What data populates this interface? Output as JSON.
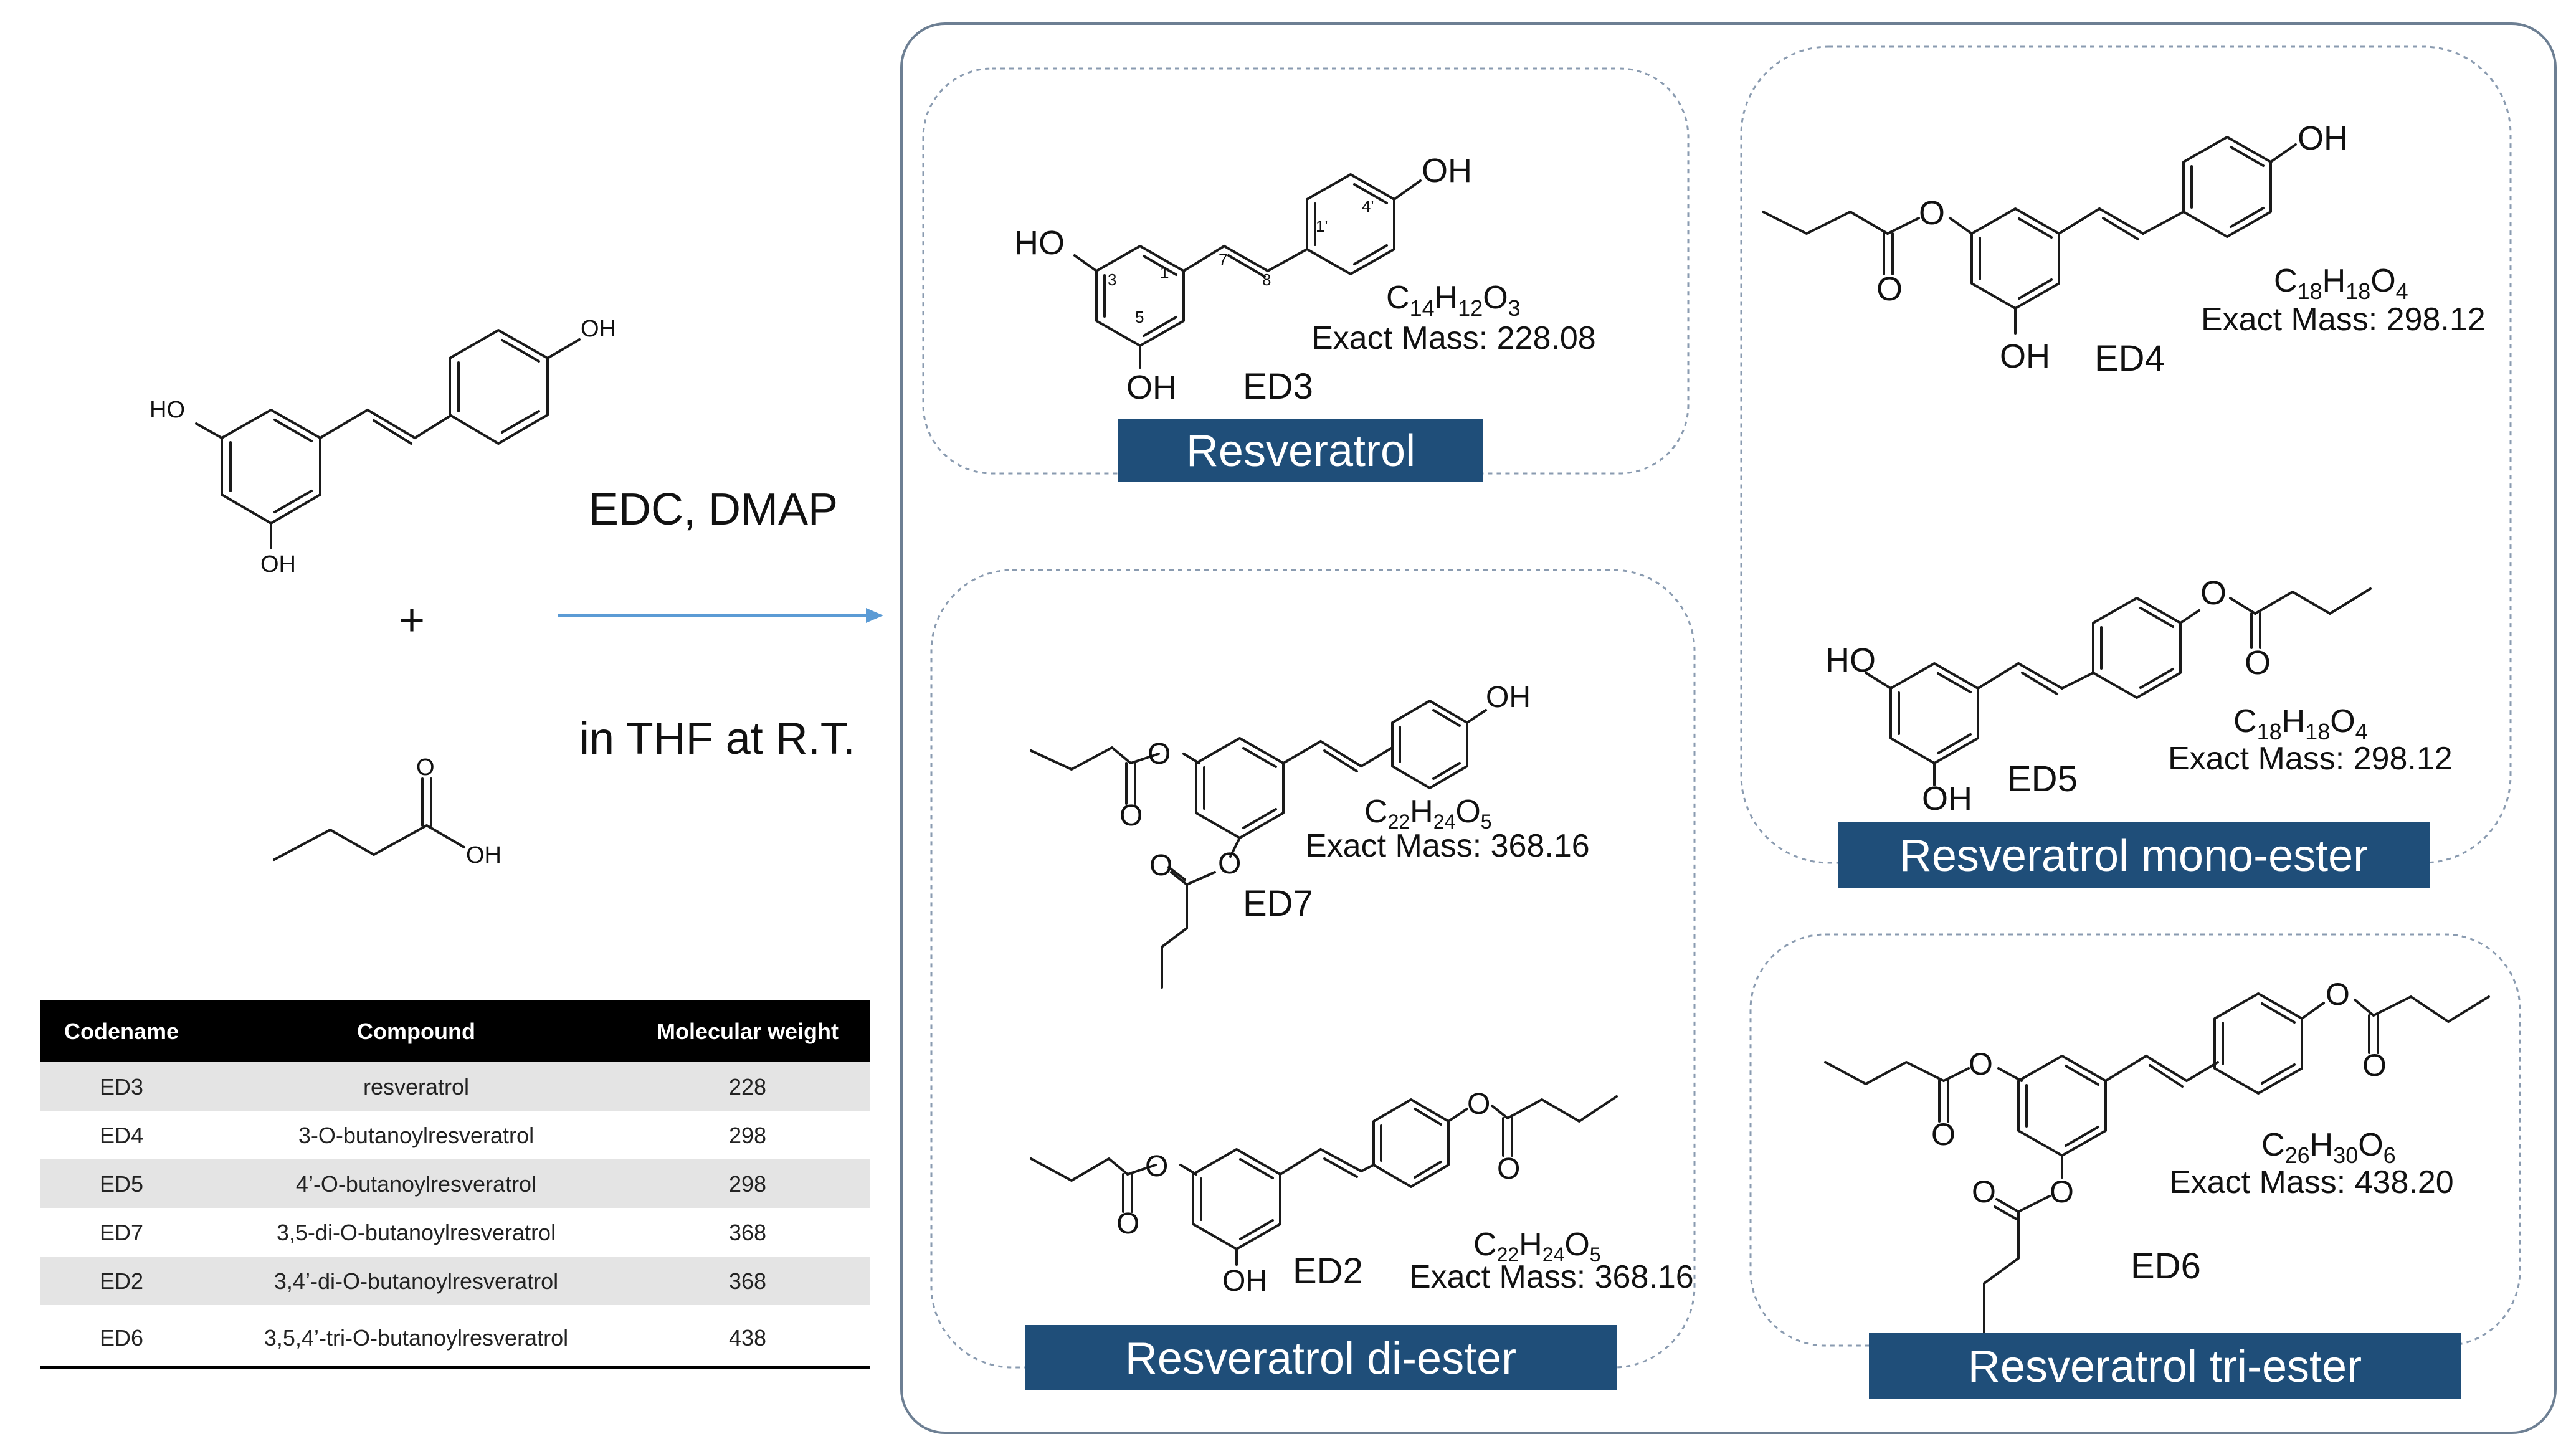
{
  "reaction": {
    "reagent_label": "EDC, DMAP",
    "condition_label": "in THF at R.T.",
    "plus_sign": "+",
    "reactant1_groups": {
      "ho": "HO",
      "oh_para": "OH",
      "oh_meta": "OH"
    },
    "reactant2_groups": {
      "o": "O",
      "oh": "OH"
    }
  },
  "table": {
    "headers": [
      "Codename",
      "Compound",
      "Molecular weight"
    ],
    "rows": [
      [
        "ED3",
        "resveratrol",
        "228"
      ],
      [
        "ED4",
        "3-O-butanoylresveratrol",
        "298"
      ],
      [
        "ED5",
        "4’-O-butanoylresveratrol",
        "298"
      ],
      [
        "ED7",
        "3,5-di-O-butanoylresveratrol",
        "368"
      ],
      [
        "ED2",
        "3,4’-di-O-butanoylresveratrol",
        "368"
      ],
      [
        "ED6",
        "3,5,4’-tri-O-butanoylresveratrol",
        "438"
      ]
    ]
  },
  "panels": {
    "resveratrol": {
      "banner": "Resveratrol",
      "code": "ED3",
      "formula": {
        "C": "C",
        "c": "14",
        "H": "H",
        "h": "12",
        "O": "O",
        "o": "3"
      },
      "mass": "Exact Mass: 228.08",
      "groups": {
        "ho": "HO",
        "oh_top": "OH",
        "oh_bottom": "OH"
      },
      "atom_numbers": [
        "1",
        "3",
        "5",
        "7",
        "8",
        "1'",
        "4'"
      ]
    },
    "mono": {
      "banner": "Resveratrol mono-ester",
      "ed4": {
        "code": "ED4",
        "formula": {
          "C": "C",
          "c": "18",
          "H": "H",
          "h": "18",
          "O": "O",
          "o": "4"
        },
        "mass": "Exact Mass: 298.12",
        "groups": {
          "o_ester": "O",
          "o_carbonyl": "O",
          "oh_top": "OH",
          "oh_bottom": "OH"
        }
      },
      "ed5": {
        "code": "ED5",
        "formula": {
          "C": "C",
          "c": "18",
          "H": "H",
          "h": "18",
          "O": "O",
          "o": "4"
        },
        "mass": "Exact Mass: 298.12",
        "groups": {
          "ho": "HO",
          "oh_bottom": "OH",
          "o_ester": "O",
          "o_carbonyl": "O"
        }
      }
    },
    "di": {
      "banner": "Resveratrol di-ester",
      "ed7": {
        "code": "ED7",
        "formula": {
          "C": "C",
          "c": "22",
          "H": "H",
          "h": "24",
          "O": "O",
          "o": "5"
        },
        "mass": "Exact Mass: 368.16",
        "groups": {
          "o1": "O",
          "o1c": "O",
          "o2": "O",
          "o2c": "O",
          "oh": "OH"
        }
      },
      "ed2": {
        "code": "ED2",
        "formula": {
          "C": "C",
          "c": "22",
          "H": "H",
          "h": "24",
          "O": "O",
          "o": "5"
        },
        "mass": "Exact Mass: 368.16",
        "groups": {
          "o1": "O",
          "o1c": "O",
          "o2": "O",
          "o2c": "O",
          "oh": "OH"
        }
      }
    },
    "tri": {
      "banner": "Resveratrol tri-ester",
      "ed6": {
        "code": "ED6",
        "formula": {
          "C": "C",
          "c": "26",
          "H": "H",
          "h": "30",
          "O": "O",
          "o": "6"
        },
        "mass": "Exact Mass: 438.20",
        "groups": {
          "o1": "O",
          "o1c": "O",
          "o2": "O",
          "o2c": "O",
          "o3": "O",
          "o3c": "O"
        }
      }
    }
  },
  "colors": {
    "banner": "#1f4e79",
    "arrow": "#5b9bd5",
    "table_header": "#000000",
    "row_shade": "#e4e4e4"
  }
}
